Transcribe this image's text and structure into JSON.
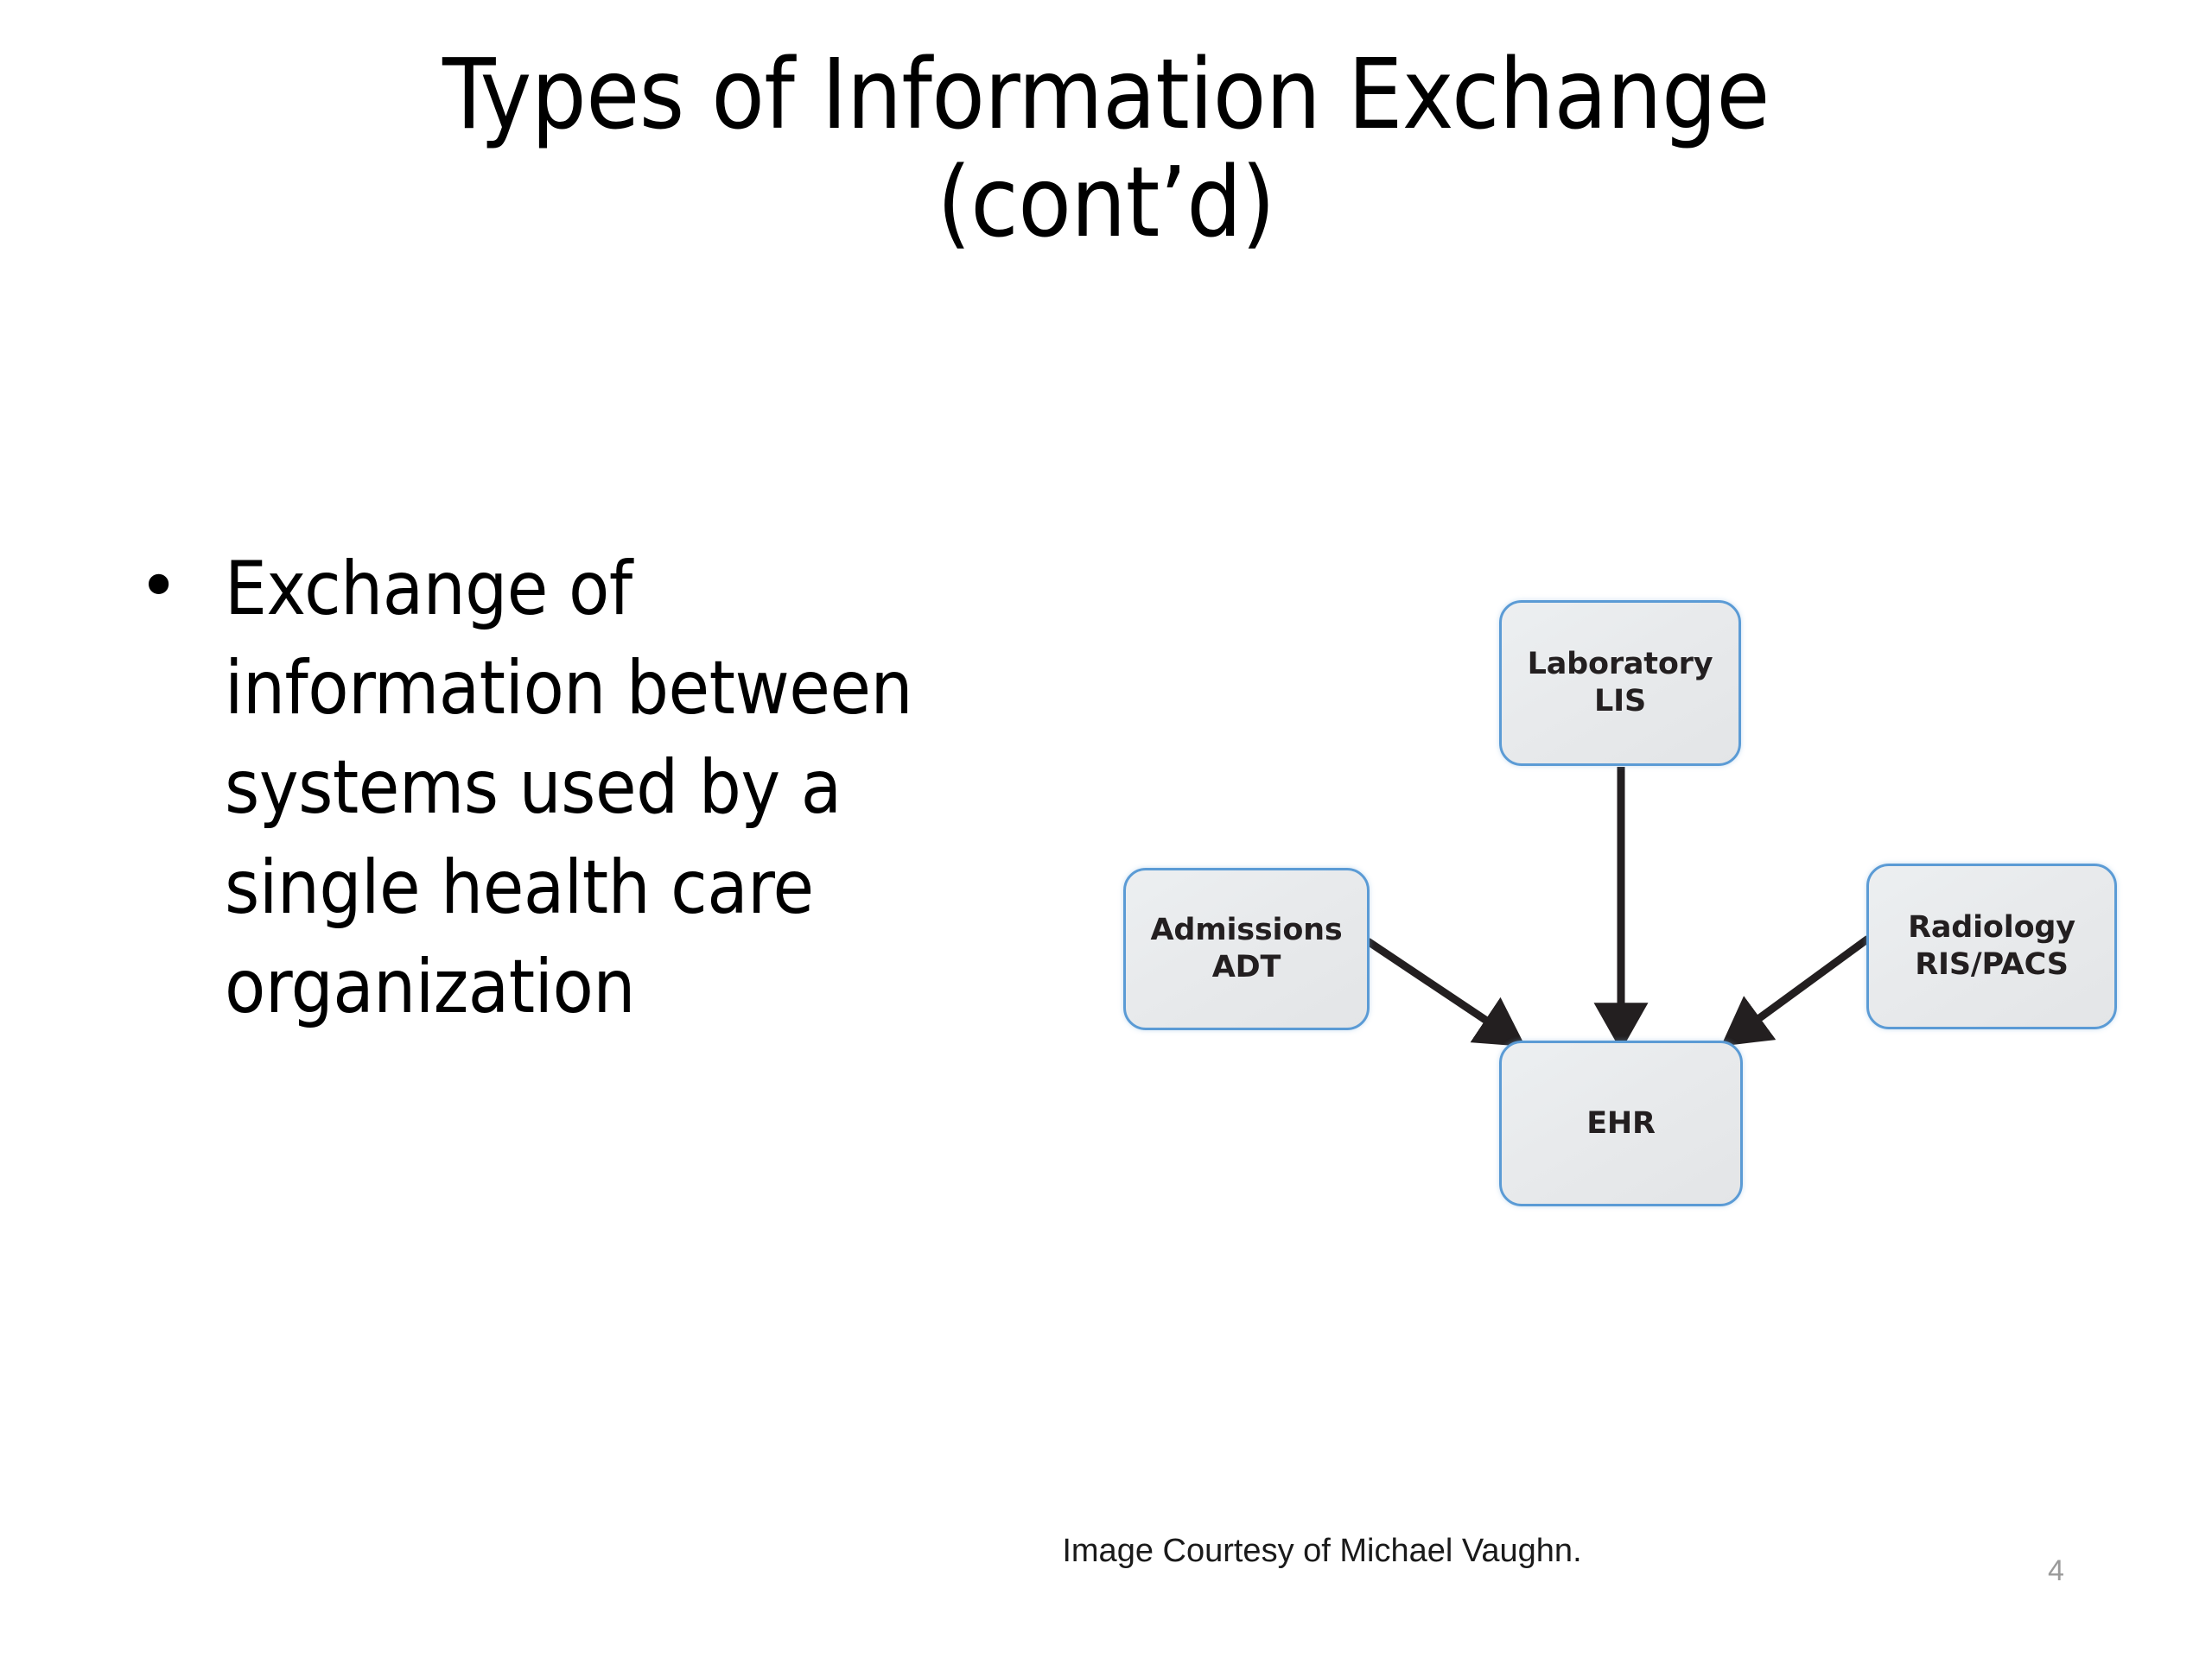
{
  "slide": {
    "background_color": "#ffffff",
    "title": "Types of Information Exchange\n(cont’d)",
    "page_number": "4"
  },
  "body": {
    "bullet_marker": "•",
    "bullet_text": "Exchange of information between systems used by a single health care organization"
  },
  "diagram": {
    "accent_border_color": "#5b9bd5",
    "node_fill_color": "#e9ebed",
    "arrow_color": "#231f20",
    "nodes": [
      {
        "id": "laboratory",
        "label": "Laboratory\nLIS"
      },
      {
        "id": "admissions",
        "label": "Admissions\nADT"
      },
      {
        "id": "radiology",
        "label": "Radiology\nRIS/PACS"
      },
      {
        "id": "ehr",
        "label": "EHR"
      }
    ],
    "arrows": [
      {
        "from": "laboratory",
        "to": "ehr"
      },
      {
        "from": "admissions",
        "to": "ehr"
      },
      {
        "from": "radiology",
        "to": "ehr"
      }
    ]
  },
  "caption": {
    "text": "Image Courtesy of Michael Vaughn."
  }
}
